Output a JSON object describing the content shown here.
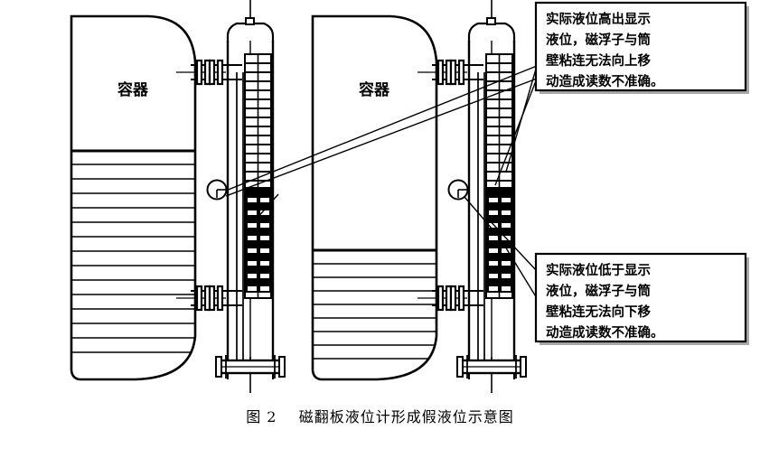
{
  "figure": {
    "caption": "图 2    磁翻板液位计形成假液位示意图",
    "caption_number": "图 2",
    "caption_title": "磁翻板液位计形成假液位示意图"
  },
  "vessels": {
    "left": {
      "label": "容器"
    },
    "right": {
      "label": "容器"
    }
  },
  "annotations": {
    "upper": {
      "id": "annotation-high-level",
      "lines": [
        "实际液位高出显示",
        "液位，磁浮子与筒",
        "壁粘连无法向上移",
        "动造成读数不准确。"
      ]
    },
    "lower": {
      "id": "annotation-low-level",
      "lines": [
        "实际液位低于显示",
        "液位，磁浮子与筒",
        "壁粘连无法向下移",
        "动造成读数不准确。"
      ]
    }
  },
  "colors": {
    "line": "#000000",
    "fill_background": "#ffffff",
    "flag_dark": "#000000",
    "flag_light": "#ffffff",
    "note_border": "#000000",
    "note_shadow": "#808080"
  },
  "diagram_meta": {
    "type": "schematic",
    "left_case": "real level higher than indicated level",
    "right_case": "real level lower than indicated level"
  }
}
